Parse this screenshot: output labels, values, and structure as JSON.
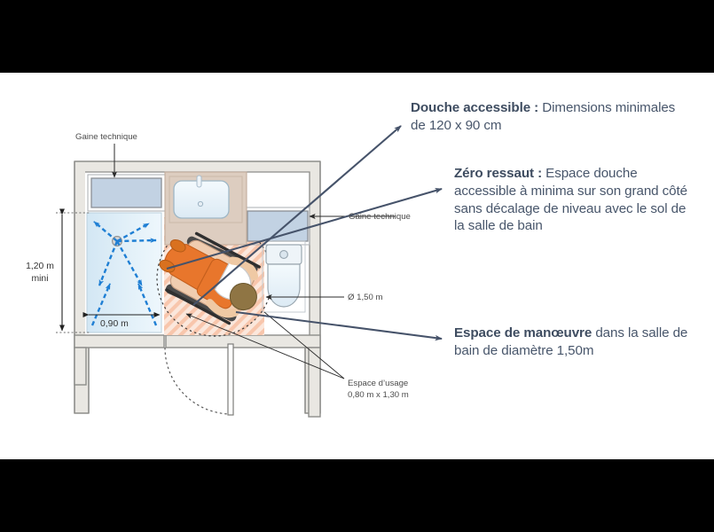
{
  "figure": {
    "title_semantic": "accessible-bathroom-floor-plan",
    "type": "technical-floor-plan-diagram",
    "language": "fr"
  },
  "callouts": [
    {
      "id": "douche-accessible",
      "bold": "Douche accessible :",
      "text": " Dimensions minimales de 120 x 90 cm"
    },
    {
      "id": "zero-ressaut",
      "bold": "Zéro ressaut :",
      "text": " Espace douche accessible à minima sur son grand côté sans décalage de niveau avec le sol de la salle de bain"
    },
    {
      "id": "espace-manoeuvre",
      "bold": "Espace de manœuvre",
      "text": " dans la salle de bain de diamètre 1,50m"
    }
  ],
  "plan_labels": {
    "gaine_technique_top": "Gaine technique",
    "gaine_technique_right": "Gaine technique",
    "diametre": "Ø 1,50 m",
    "espace_usage": "Espace d’usage\n0,80 m x 1,30 m",
    "largeur_douche": "0,90 m",
    "hauteur_douche": "1,20 m\nmini"
  },
  "colors": {
    "text_dark": "#48566b",
    "arrow": "#46536a",
    "wall_fill": "#e9e7e2",
    "wall_stroke": "#8d8d8a",
    "duct_fill": "#c2d2e3",
    "duct_stroke": "#8a8f95",
    "counter_fill": "#ddcdc0",
    "shower_fill": "#dcebf5",
    "shower_arrow": "#1f7fd4",
    "maneuver_fill": "#fbe3d6",
    "maneuver_hatch": "#f6b392",
    "wheelchair_orange": "#e8762c",
    "skin": "#efc9a4",
    "hair": "#8f7544",
    "letterbox": "#000000",
    "page_bg": "#ffffff"
  },
  "dimensions": {
    "shower_width_m": "0,90 m",
    "shower_depth_m": "1,20 m",
    "turning_circle_m": "1,50 m",
    "usage_space_m": "0,80 m x 1,30 m"
  }
}
